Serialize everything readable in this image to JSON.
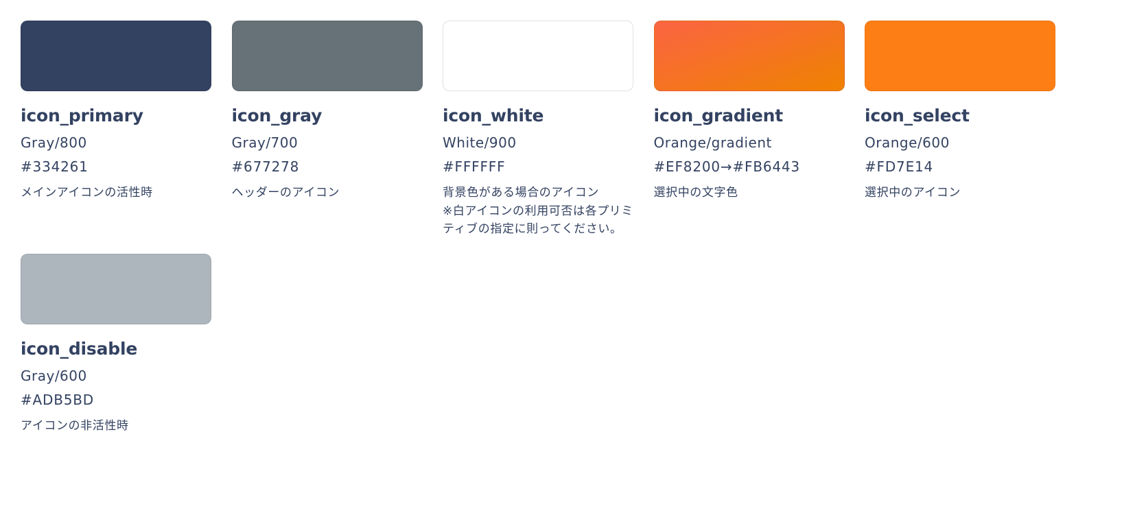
{
  "swatches": [
    {
      "name": "icon_primary",
      "primitive": "Gray/800",
      "hex": "#334261",
      "description": "メインアイコンの活性時",
      "fill": "#334261"
    },
    {
      "name": "icon_gray",
      "primitive": "Gray/700",
      "hex": "#677278",
      "description": "ヘッダーのアイコン",
      "fill": "#677278"
    },
    {
      "name": "icon_white",
      "primitive": "White/900",
      "hex": "#FFFFFF",
      "description": "背景色がある場合のアイコン\n※白アイコンの利用可否は各プリミティブの指定に則ってください。",
      "fill": "#FFFFFF"
    },
    {
      "name": "icon_gradient",
      "primitive": "Orange/gradient",
      "hex": "#EF8200→#FB6443",
      "description": "選択中の文字色",
      "gradient_from": "#FB6443",
      "gradient_to": "#EF8200"
    },
    {
      "name": "icon_select",
      "primitive": "Orange/600",
      "hex": "#FD7E14",
      "description": "選択中のアイコン",
      "fill": "#FD7E14"
    },
    {
      "name": "icon_disable",
      "primitive": "Gray/600",
      "hex": "#ADB5BD",
      "description": "アイコンの非活性時",
      "fill": "#ADB5BD"
    }
  ]
}
